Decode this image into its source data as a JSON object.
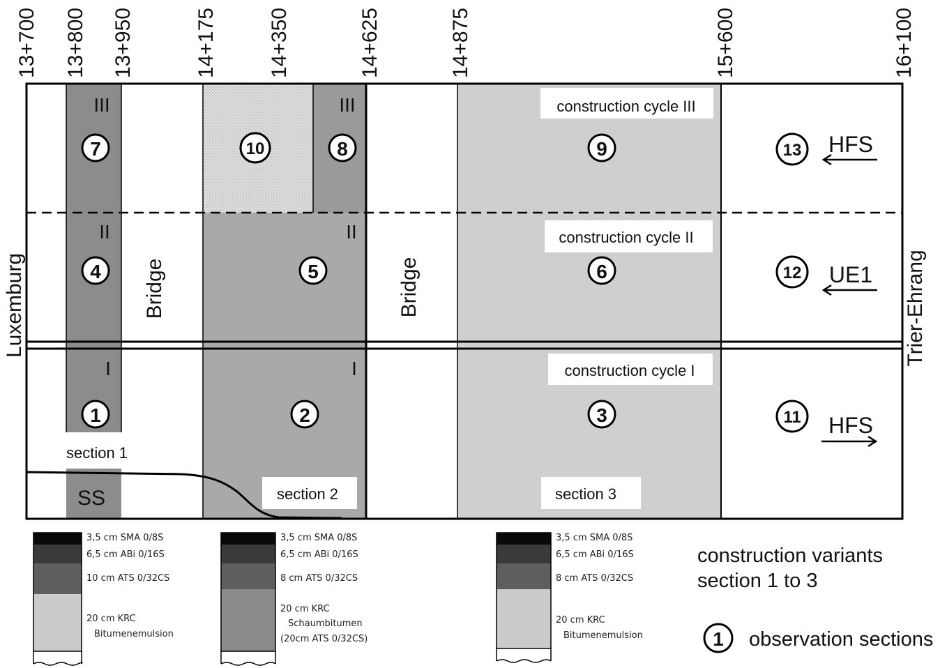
{
  "stations": [
    "13+700",
    "13+800",
    "13+950",
    "14+175",
    "14+350",
    "14+625",
    "14+875",
    "15+600",
    "16+100"
  ],
  "sides": {
    "left": "Luxemburg",
    "right": "Trier-Ehrang"
  },
  "cycles": {
    "III": "construction cycle III",
    "II": "construction cycle II",
    "I": "construction cycle I"
  },
  "roman": {
    "III": "III",
    "II": "II",
    "I": "I"
  },
  "observation_numbers": [
    "1",
    "2",
    "3",
    "4",
    "5",
    "6",
    "7",
    "8",
    "9",
    "10",
    "11",
    "12",
    "13"
  ],
  "bridge_label": "Bridge",
  "lanes": [
    {
      "label": "HFS",
      "direction": "left"
    },
    {
      "label": "UE1",
      "direction": "left"
    },
    {
      "label": "HFS",
      "direction": "right"
    }
  ],
  "sections": {
    "s1": "section 1",
    "s2": "section 2",
    "s3": "section 3",
    "ss": "SS"
  },
  "colors": {
    "dark": "#8a8a8a",
    "medium": "#a7a7a7",
    "light": "#cecece",
    "hatched": "#dcdcdc"
  },
  "profiles": [
    {
      "layers": [
        "3,5 cm SMA 0/8S",
        "6,5 cm ABi 0/16S",
        "10 cm ATS 0/32CS",
        "20 cm KRC",
        "Bitumenemulsion"
      ]
    },
    {
      "layers": [
        "3,5 cm SMA 0/8S",
        "6,5 cm ABi 0/16S",
        "8 cm ATS 0/32CS",
        "20 cm KRC",
        "Schaumbitumen",
        "(20cm ATS 0/32CS)"
      ]
    },
    {
      "layers": [
        "3,5 cm SMA 0/8S",
        "6,5 cm ABi 0/16S",
        "8 cm ATS 0/32CS",
        "20 cm KRC",
        "Bitumenemulsion"
      ]
    }
  ],
  "legend": {
    "title_line1": "construction variants",
    "title_line2": "section 1 to 3",
    "symbol": "1",
    "label": "observation sections"
  }
}
